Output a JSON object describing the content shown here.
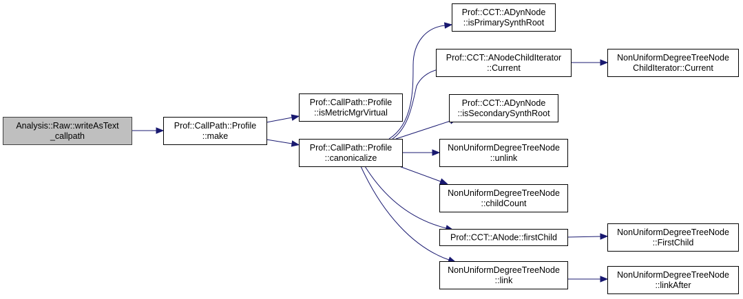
{
  "diagram": {
    "type": "call-graph",
    "colors": {
      "edge": "#191970",
      "root_fill": "#bfbfbf",
      "node_fill": "#ffffff",
      "node_border": "#000000"
    },
    "nodes": [
      {
        "id": "root",
        "lines": [
          "Analysis::Raw::writeAsText",
          "_callpath"
        ],
        "root": true
      },
      {
        "id": "make",
        "lines": [
          "Prof::CallPath::Profile",
          "::make"
        ]
      },
      {
        "id": "isMetricMgrVirtual",
        "lines": [
          "Prof::CallPath::Profile",
          "::isMetricMgrVirtual"
        ]
      },
      {
        "id": "canonicalize",
        "lines": [
          "Prof::CallPath::Profile",
          "::canonicalize"
        ]
      },
      {
        "id": "isPrimarySynthRoot",
        "lines": [
          "Prof::CCT::ADynNode",
          "::isPrimarySynthRoot"
        ]
      },
      {
        "id": "anciCurrent",
        "lines": [
          "Prof::CCT::ANodeChildIterator",
          "::Current"
        ]
      },
      {
        "id": "isSecondarySynthRoot",
        "lines": [
          "Prof::CCT::ADynNode",
          "::isSecondarySynthRoot"
        ]
      },
      {
        "id": "unlink",
        "lines": [
          "NonUniformDegreeTreeNode",
          "::unlink"
        ]
      },
      {
        "id": "childCount",
        "lines": [
          "NonUniformDegreeTreeNode",
          "::childCount"
        ]
      },
      {
        "id": "firstChild",
        "lines": [
          "Prof::CCT::ANode::firstChild"
        ]
      },
      {
        "id": "link",
        "lines": [
          "NonUniformDegreeTreeNode",
          "::link"
        ]
      },
      {
        "id": "nudciCurrent",
        "lines": [
          "NonUniformDegreeTreeNode",
          "ChildIterator::Current"
        ]
      },
      {
        "id": "FirstChild",
        "lines": [
          "NonUniformDegreeTreeNode",
          "::FirstChild"
        ]
      },
      {
        "id": "linkAfter",
        "lines": [
          "NonUniformDegreeTreeNode",
          "::linkAfter"
        ]
      }
    ],
    "edges": [
      {
        "from": "root",
        "to": "make"
      },
      {
        "from": "make",
        "to": "isMetricMgrVirtual"
      },
      {
        "from": "make",
        "to": "canonicalize"
      },
      {
        "from": "canonicalize",
        "to": "isPrimarySynthRoot"
      },
      {
        "from": "canonicalize",
        "to": "anciCurrent"
      },
      {
        "from": "canonicalize",
        "to": "isSecondarySynthRoot"
      },
      {
        "from": "canonicalize",
        "to": "unlink"
      },
      {
        "from": "canonicalize",
        "to": "childCount"
      },
      {
        "from": "canonicalize",
        "to": "firstChild"
      },
      {
        "from": "canonicalize",
        "to": "link"
      },
      {
        "from": "anciCurrent",
        "to": "nudciCurrent"
      },
      {
        "from": "firstChild",
        "to": "FirstChild"
      },
      {
        "from": "link",
        "to": "linkAfter"
      }
    ]
  }
}
